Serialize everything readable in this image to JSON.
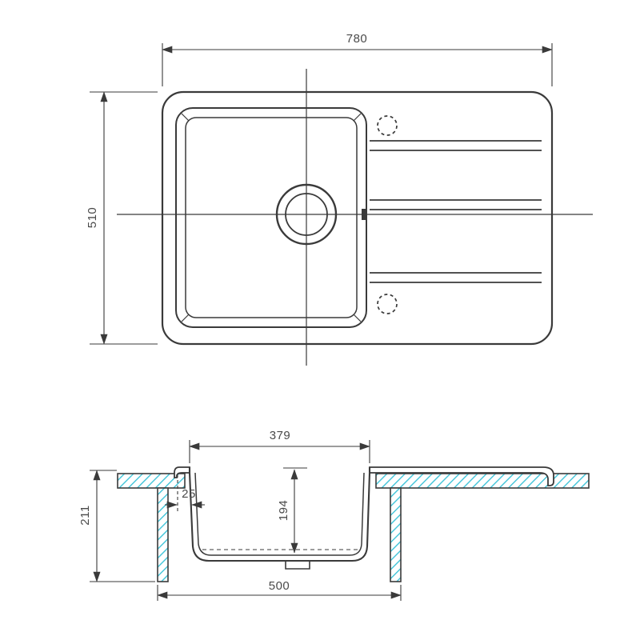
{
  "drawing": {
    "subject": "inset kitchen sink with drainer - technical dimension drawing",
    "colors": {
      "line": "#3a3a3a",
      "dimension_text": "#4a4a4a",
      "hatch": "#3fc4d9"
    },
    "top_view": {
      "overall_width_label": "780",
      "overall_depth_label": "510"
    },
    "section_view": {
      "bowl_top_width_label": "379",
      "edge_offset_label": "25",
      "bowl_depth_label": "194",
      "overall_height_label": "211",
      "cabinet_width_label": "500"
    }
  }
}
